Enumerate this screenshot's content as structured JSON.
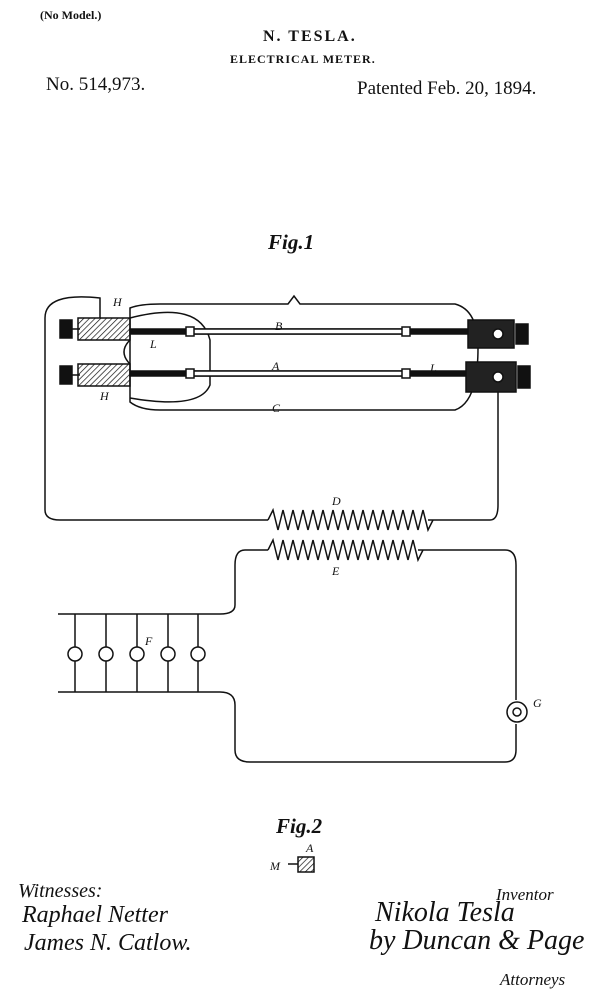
{
  "header": {
    "no_model": "(No Model.)",
    "inventor": "N. TESLA.",
    "title": "ELECTRICAL METER.",
    "patent_number": "No. 514,973.",
    "patented": "Patented Feb. 20, 1894."
  },
  "figures": {
    "fig1_label": "Fig.1",
    "fig2_label": "Fig.2"
  },
  "part_labels": {
    "H_top": "H",
    "H_bottom": "H",
    "B": "B",
    "L_left": "L",
    "A": "A",
    "L_right": "L",
    "C": "C",
    "D": "D",
    "E": "E",
    "F": "F",
    "G": "G",
    "M": "M",
    "A_fig2": "A"
  },
  "signatures": {
    "witnesses_label": "Witnesses:",
    "witness_1": "Raphael Netter",
    "witness_2": "James N. Catlow.",
    "inventor_label": "Inventor",
    "inventor_signature": "Nikola Tesla",
    "by_attorneys": "by Duncan & Page",
    "attorneys_label": "Attorneys"
  }
}
